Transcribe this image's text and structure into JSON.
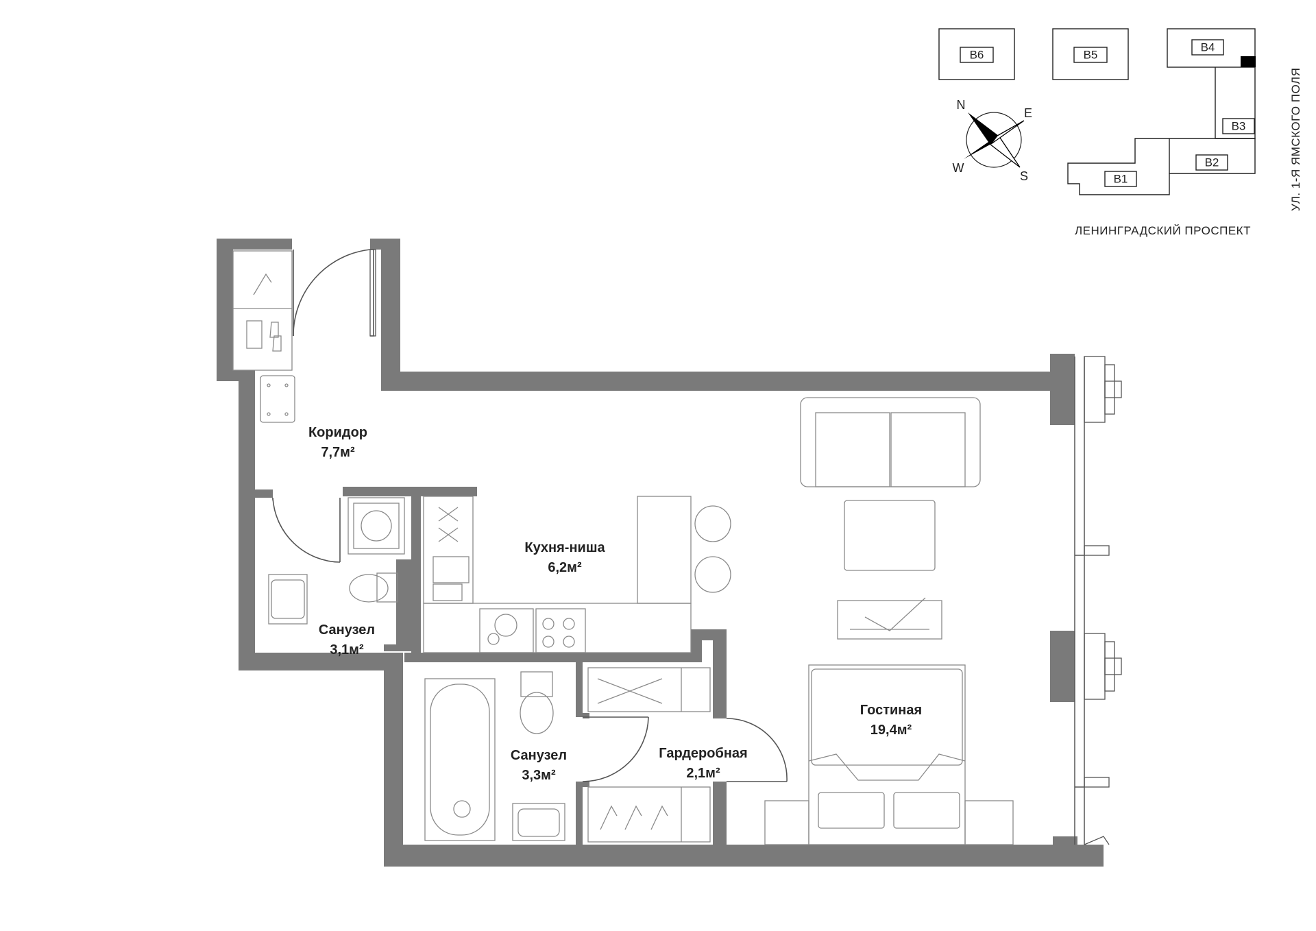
{
  "rooms": {
    "corridor": {
      "name": "Коридор",
      "area": "7,7м²"
    },
    "kitchen": {
      "name": "Кухня-ниша",
      "area": "6,2м²"
    },
    "bath1": {
      "name": "Санузел",
      "area": "3,1м²"
    },
    "bath2": {
      "name": "Санузел",
      "area": "3,3м²"
    },
    "wardrobe": {
      "name": "Гардеробная",
      "area": "2,1м²"
    },
    "living": {
      "name": "Гостиная",
      "area": "19,4м²"
    }
  },
  "site_plan": {
    "buildings": [
      "B6",
      "B5",
      "B4",
      "B3",
      "B2",
      "B1"
    ],
    "street_bottom": "ЛЕНИНГРАДСКИЙ ПРОСПЕКТ",
    "street_right": "УЛ. 1-Я ЯМСКОГО ПОЛЯ"
  },
  "compass": {
    "n": "N",
    "e": "E",
    "s": "S",
    "w": "W"
  },
  "colors": {
    "wall": "#7a7a7a",
    "marker": "#000000"
  }
}
